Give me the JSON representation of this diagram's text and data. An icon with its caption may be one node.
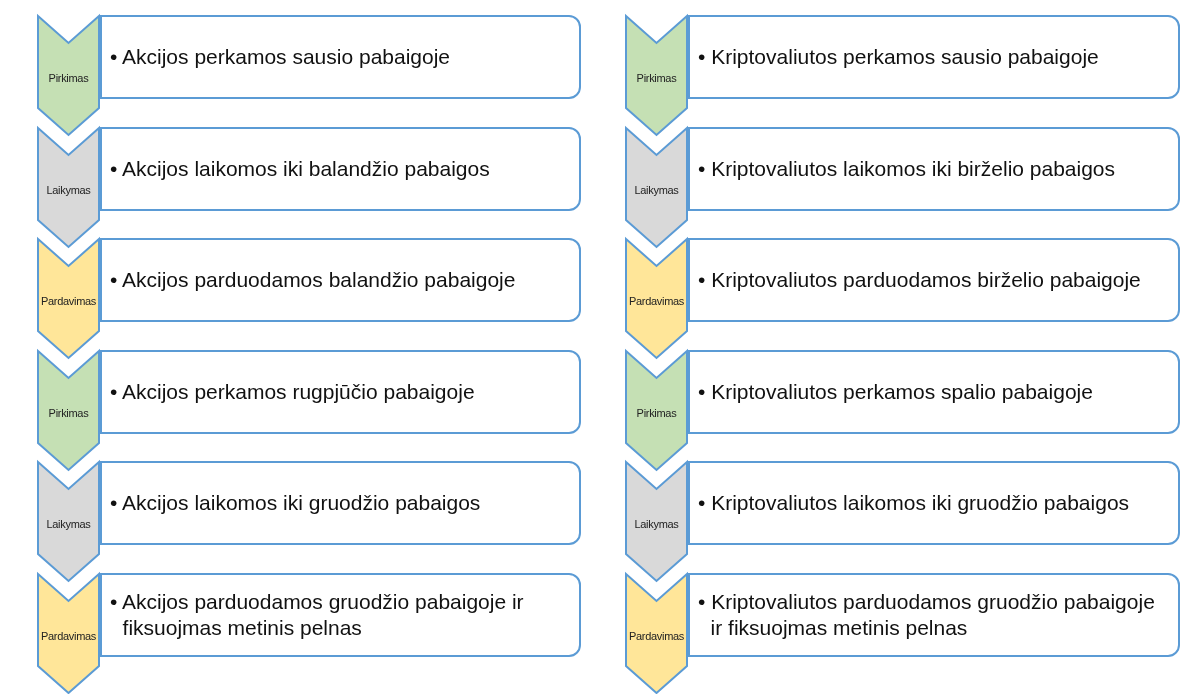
{
  "diagram": {
    "nodes": [
      {
        "text": [
          "Pirkimas"
        ]
      },
      {
        "text": [
          "• Akcijos perkamos sausio pabaigoje"
        ]
      },
      {
        "text": [
          "Laikymas"
        ]
      },
      {
        "text": [
          "• Akcijos laikomos iki balandžio pabaigos"
        ]
      },
      {
        "text": [
          "Pardavimas"
        ]
      },
      {
        "text": [
          "• Akcijos parduodamos balandžio pabaigoje"
        ]
      },
      {
        "text": [
          "Pirkimas"
        ]
      },
      {
        "text": [
          "• Akcijos perkamos rugpjūčio pabaigoje"
        ]
      },
      {
        "text": [
          "Laikymas"
        ]
      },
      {
        "text": [
          "• Akcijos laikomos iki gruodžio pabaigos"
        ]
      },
      {
        "text": [
          "Pardavimas"
        ]
      },
      {
        "text": [
          "• Akcijos parduodamos gruodžio pabaigoje ir fiksuojmas metinis pelnas"
        ]
      },
      {
        "text": [
          "Pirkimas"
        ]
      },
      {
        "text": [
          "• Kriptovaliutos perkamos sausio pabaigoje"
        ]
      },
      {
        "text": [
          "Laikymas"
        ]
      },
      {
        "text": [
          "• Kriptovaliutos laikomos iki birželio pabaigos"
        ]
      },
      {
        "text": [
          "Pardavimas"
        ]
      },
      {
        "text": [
          "• Kriptovaliutos parduodamos birželio pabaigoje"
        ]
      },
      {
        "text": [
          "Pirkimas"
        ]
      },
      {
        "text": [
          "• Kriptovaliutos perkamos spalio pabaigoje"
        ]
      },
      {
        "text": [
          "Laikymas"
        ]
      },
      {
        "text": [
          "• Kriptovaliutos laikomos iki gruodžio pabaigos"
        ]
      },
      {
        "text": [
          "Pardavimas"
        ]
      },
      {
        "text": [
          "• Kriptovaliutos parduodamos gruodžio pabaigoje ir fiksuojmas metinis pelnas"
        ]
      }
    ]
  }
}
